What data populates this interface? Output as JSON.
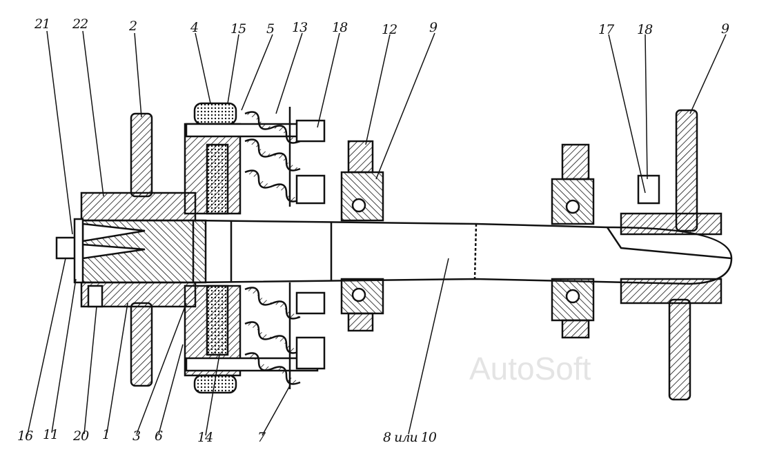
{
  "labels_top": [
    "21",
    "22",
    "2",
    "4",
    "15",
    "5",
    "13",
    "18",
    "12",
    "9",
    "17",
    "18",
    "9"
  ],
  "labels_bottom": [
    "16",
    "11",
    "20",
    "1",
    "3",
    "6",
    "14",
    "7",
    "8 или 10"
  ],
  "watermark": "AutoSoft"
}
